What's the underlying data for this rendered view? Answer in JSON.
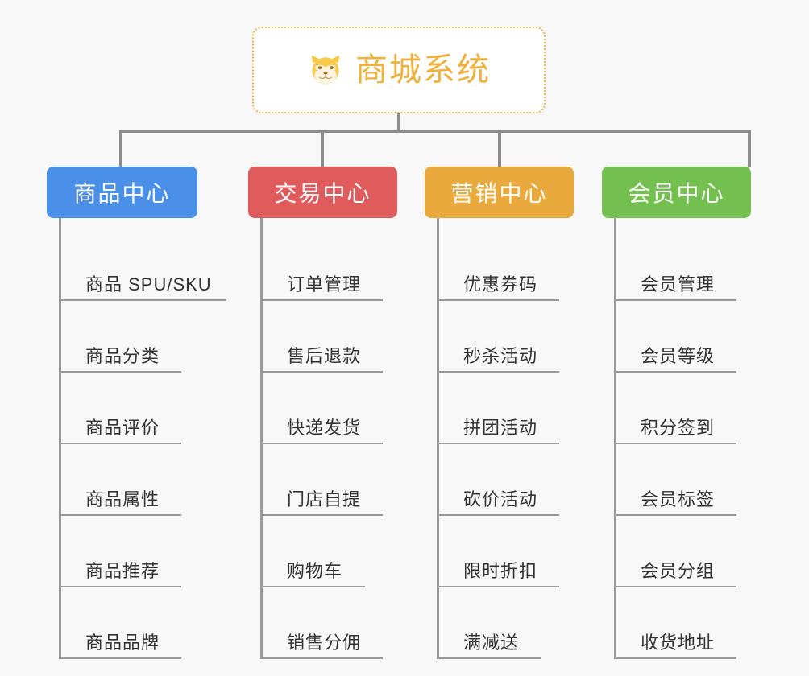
{
  "page": {
    "background_color": "#f8f8f8",
    "type": "org-chart"
  },
  "root": {
    "title": "商城系统",
    "icon": "shiba-dog-face-icon",
    "text_color": "#efb03c",
    "border_color": "#f2b544",
    "background_color": "#ffffff"
  },
  "connector": {
    "color": "#8c8c8c"
  },
  "branches": [
    {
      "label": "商品中心",
      "color": "#4a90e8",
      "items": [
        "商品 SPU/SKU",
        "商品分类",
        "商品评价",
        "商品属性",
        "商品推荐",
        "商品品牌"
      ]
    },
    {
      "label": "交易中心",
      "color": "#e05c5c",
      "items": [
        "订单管理",
        "售后退款",
        "快递发货",
        "门店自提",
        "购物车",
        "销售分佣"
      ]
    },
    {
      "label": "营销中心",
      "color": "#e9a93c",
      "items": [
        "优惠券码",
        "秒杀活动",
        "拼团活动",
        "砍价活动",
        "限时折扣",
        "满减送"
      ]
    },
    {
      "label": "会员中心",
      "color": "#73c050",
      "items": [
        "会员管理",
        "会员等级",
        "积分签到",
        "会员标签",
        "会员分组",
        "收货地址"
      ]
    }
  ]
}
